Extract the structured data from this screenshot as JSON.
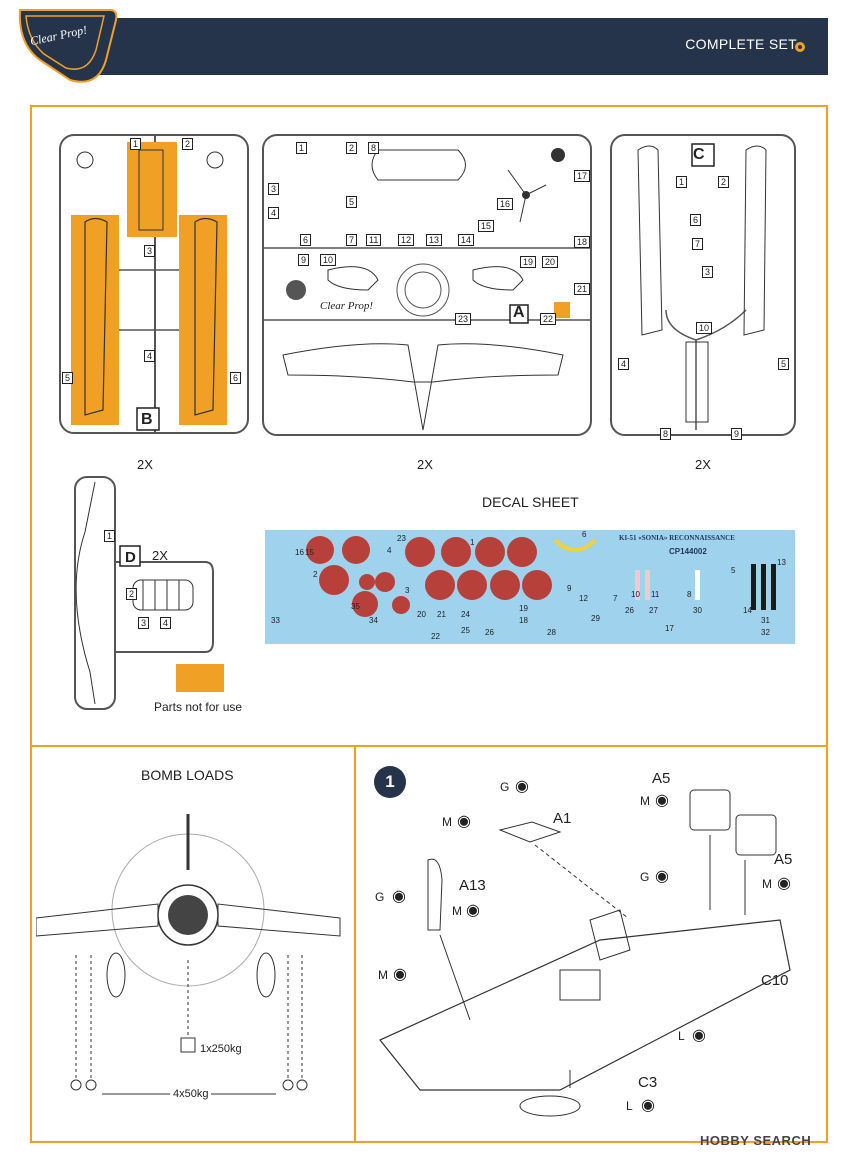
{
  "header": {
    "title": "COMPLETE SET",
    "brand_logo": "Clear Prop!",
    "colors": {
      "navy": "#25344a",
      "orange": "#f0a125"
    }
  },
  "sprues": {
    "b": {
      "letter": "B",
      "qty": "2X",
      "numbers": [
        "1",
        "2",
        "3",
        "4",
        "5",
        "6"
      ]
    },
    "a": {
      "letter": "A",
      "qty": "2X",
      "logo_text": "Clear Prop!",
      "numbers": [
        "1",
        "2",
        "3",
        "4",
        "5",
        "6",
        "7",
        "8",
        "9",
        "10",
        "11",
        "12",
        "13",
        "14",
        "15",
        "16",
        "17",
        "18",
        "19",
        "20",
        "21",
        "22",
        "23"
      ]
    },
    "c": {
      "letter": "C",
      "qty": "2X",
      "numbers": [
        "1",
        "2",
        "3",
        "4",
        "5",
        "6",
        "7",
        "8",
        "9",
        "10"
      ]
    },
    "d": {
      "letter": "D",
      "qty": "2X",
      "numbers": [
        "1",
        "2",
        "3",
        "4"
      ]
    }
  },
  "decal_sheet": {
    "title": "DECAL SHEET",
    "heading": "KI-51 «SONIA» RECONNAISSANCE",
    "code": "CP144002",
    "numbers": [
      "1",
      "2",
      "3",
      "4",
      "5",
      "6",
      "7",
      "8",
      "9",
      "10",
      "11",
      "12",
      "13",
      "14",
      "15",
      "16",
      "17",
      "18",
      "19",
      "20",
      "21",
      "22",
      "23",
      "24",
      "25",
      "26",
      "27",
      "28",
      "29",
      "30",
      "31",
      "32",
      "33",
      "34",
      "35"
    ]
  },
  "legend": {
    "swatch_color": "#f0a125",
    "text": "Parts not for use"
  },
  "bomb_loads": {
    "title": "BOMB LOADS",
    "center": "1x250kg",
    "wings": "4x50kg"
  },
  "step1": {
    "number": "1",
    "part_labels": [
      "A1",
      "A5",
      "A5",
      "A13",
      "C10",
      "C3"
    ],
    "paint_codes": [
      "G",
      "M",
      "G",
      "M",
      "G",
      "M",
      "M",
      "M",
      "L",
      "L"
    ]
  },
  "watermark": {
    "text": "HOBBY SEARCH"
  }
}
